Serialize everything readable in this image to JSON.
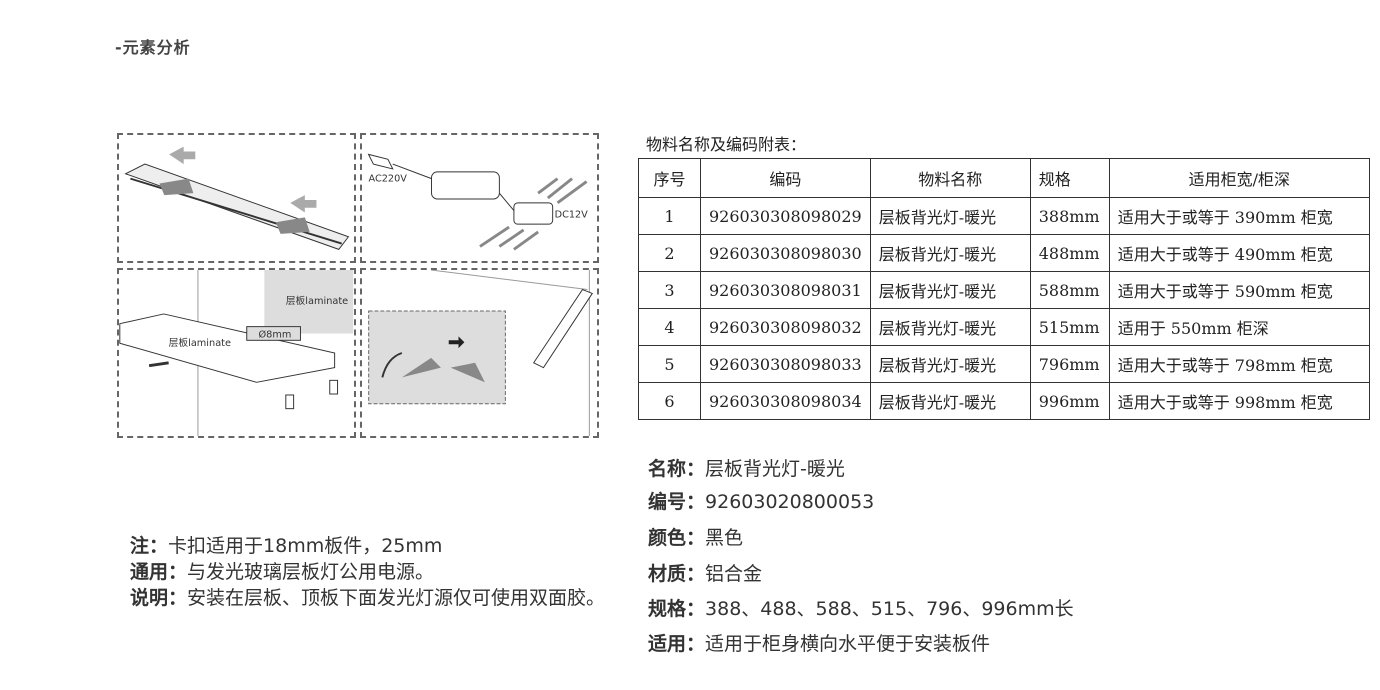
{
  "section_title": "-元素分析",
  "diagrams": {
    "laminate_label": "层板laminate",
    "hole_label": "Ø8mm",
    "ac_label": "AC220V",
    "dc_label": "DC12V"
  },
  "table": {
    "title": "物料名称及编码附表：",
    "headers": [
      "序号",
      "编码",
      "物料名称",
      "规格",
      "适用柜宽/柜深"
    ],
    "rows": [
      [
        "1",
        "926030308098029",
        "层板背光灯-暖光",
        "388mm",
        "适用大于或等于 390mm 柜宽"
      ],
      [
        "2",
        "926030308098030",
        "层板背光灯-暖光",
        "488mm",
        "适用大于或等于 490mm 柜宽"
      ],
      [
        "3",
        "926030308098031",
        "层板背光灯-暖光",
        "588mm",
        "适用大于或等于 590mm 柜宽"
      ],
      [
        "4",
        "926030308098032",
        "层板背光灯-暖光",
        "515mm",
        "适用于 550mm 柜深"
      ],
      [
        "5",
        "926030308098033",
        "层板背光灯-暖光",
        "796mm",
        "适用大于或等于 798mm 柜宽"
      ],
      [
        "6",
        "926030308098034",
        "层板背光灯-暖光",
        "996mm",
        "适用大于或等于 998mm 柜宽"
      ]
    ]
  },
  "info": [
    {
      "label": "名称：",
      "value": "层板背光灯-暖光"
    },
    {
      "label": "编号：",
      "value": "92603020800053"
    },
    {
      "label": "颜色：",
      "value": "黑色"
    },
    {
      "label": "材质：",
      "value": "铝合金"
    },
    {
      "label": "规格：",
      "value": "388、488、588、515、796、996mm长"
    },
    {
      "label": "适用：",
      "value": "适用于柜身横向水平便于安装板件"
    }
  ],
  "notes": [
    {
      "label": "注：",
      "value": "卡扣适用于18mm板件，25mm"
    },
    {
      "label": "通用：",
      "value": "与发光玻璃层板灯公用电源。"
    },
    {
      "label": "说明：",
      "value": "安装在层板、顶板下面发光灯源仅可使用双面胶。"
    }
  ]
}
